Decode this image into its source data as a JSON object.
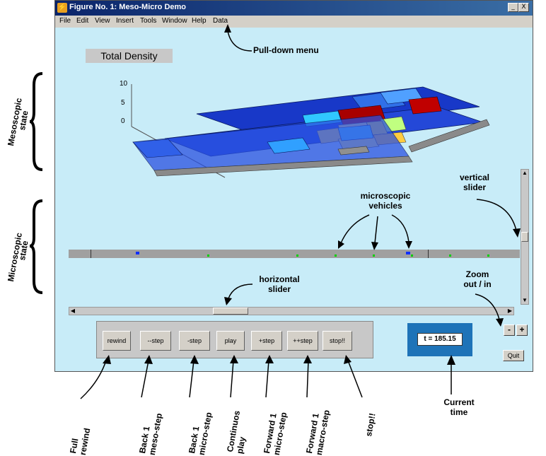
{
  "window": {
    "title": "Figure No. 1: Meso-Micro Demo",
    "buttons": [
      "_",
      "□",
      "X"
    ]
  },
  "menu": [
    "File",
    "Edit",
    "View",
    "Insert",
    "Tools",
    "Window",
    "Help",
    "Data"
  ],
  "plot": {
    "title": "Total Density",
    "z_ticks": [
      "10",
      "5",
      "0"
    ]
  },
  "controls": {
    "buttons": [
      "rewind",
      "--step",
      "-step",
      "play",
      "+step",
      "++step",
      "stop!!"
    ],
    "time": "t = 185.15",
    "zoom_out": "-",
    "zoom_in": "+",
    "quit": "Quit"
  },
  "annotations": {
    "pulldown": "Pull-down menu",
    "mesoscopic": [
      "Mesoscopic",
      "state"
    ],
    "microscopic": [
      "Microscopic",
      "state"
    ],
    "vertical_slider": [
      "vertical",
      "slider"
    ],
    "micro_vehicles": [
      "microscopic",
      "vehicles"
    ],
    "horizontal_slider": [
      "horizontal",
      "slider"
    ],
    "zoom": [
      "Zoom",
      "out / in"
    ],
    "current_time": [
      "Current",
      "time"
    ],
    "bottom": [
      [
        "Full",
        "rewind"
      ],
      [
        "Back 1",
        "meso-step"
      ],
      [
        "Back 1",
        "micro-step"
      ],
      [
        "Continuos",
        "play"
      ],
      [
        "Forward 1",
        "micro-step"
      ],
      [
        "Forward 1",
        "macro-step"
      ],
      [
        "stop!!"
      ]
    ]
  },
  "colors": {
    "window_bg": "#c8ecf8",
    "titlebar": "#0a246a",
    "time_box": "#1e73b8",
    "vehicle_blue": "#1030ff",
    "vehicle_green": "#00d000"
  }
}
